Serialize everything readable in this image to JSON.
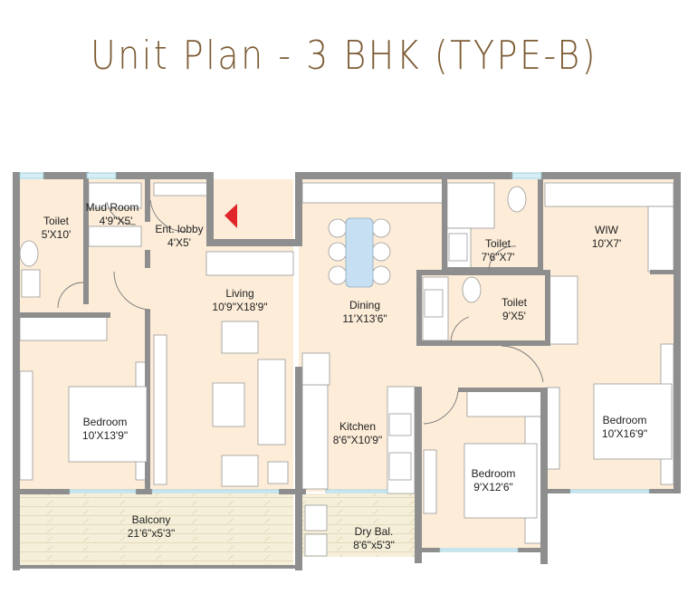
{
  "header": {
    "title": "Unit Plan - 3 BHK (TYPE-B)"
  },
  "colors": {
    "title": "#7d5c35",
    "floor": "#fcecd8",
    "wall": "#8e8e8e",
    "balcony": "#f4efd8",
    "entry_marker": "#e0262a",
    "dining_table": "#c7dff3",
    "window": "#d7eef4"
  },
  "rooms": {
    "toilet1": {
      "name": "Toilet",
      "size": "5'X10'"
    },
    "mud_room": {
      "name": "Mud Room",
      "size": "4'9\"X5'"
    },
    "ent_lobby": {
      "name": "Ent. lobby",
      "size": "4'X5'"
    },
    "living": {
      "name": "Living",
      "size": "10'9\"X18'9\""
    },
    "dining": {
      "name": "Dining",
      "size": "11'X13'6\""
    },
    "toilet2": {
      "name": "Toilet",
      "size": "7'6\"X7'"
    },
    "wiw": {
      "name": "WIW",
      "size": "10'X7'"
    },
    "toilet3": {
      "name": "Toilet",
      "size": "9'X5'"
    },
    "bedroom1": {
      "name": "Bedroom",
      "size": "10'X13'9\""
    },
    "kitchen": {
      "name": "Kitchen",
      "size": "8'6\"X10'9\""
    },
    "bedroom2": {
      "name": "Bedroom",
      "size": "10'X16'9\""
    },
    "bedroom3": {
      "name": "Bedroom",
      "size": "9'X12'6\""
    },
    "balcony": {
      "name": "Balcony",
      "size": "21'6\"x5'3\""
    },
    "dry_balcony": {
      "name": "Dry Bal.",
      "size": "8'6\"x5'3\""
    }
  },
  "icons": {
    "entry_marker": "entry-arrow-icon"
  }
}
